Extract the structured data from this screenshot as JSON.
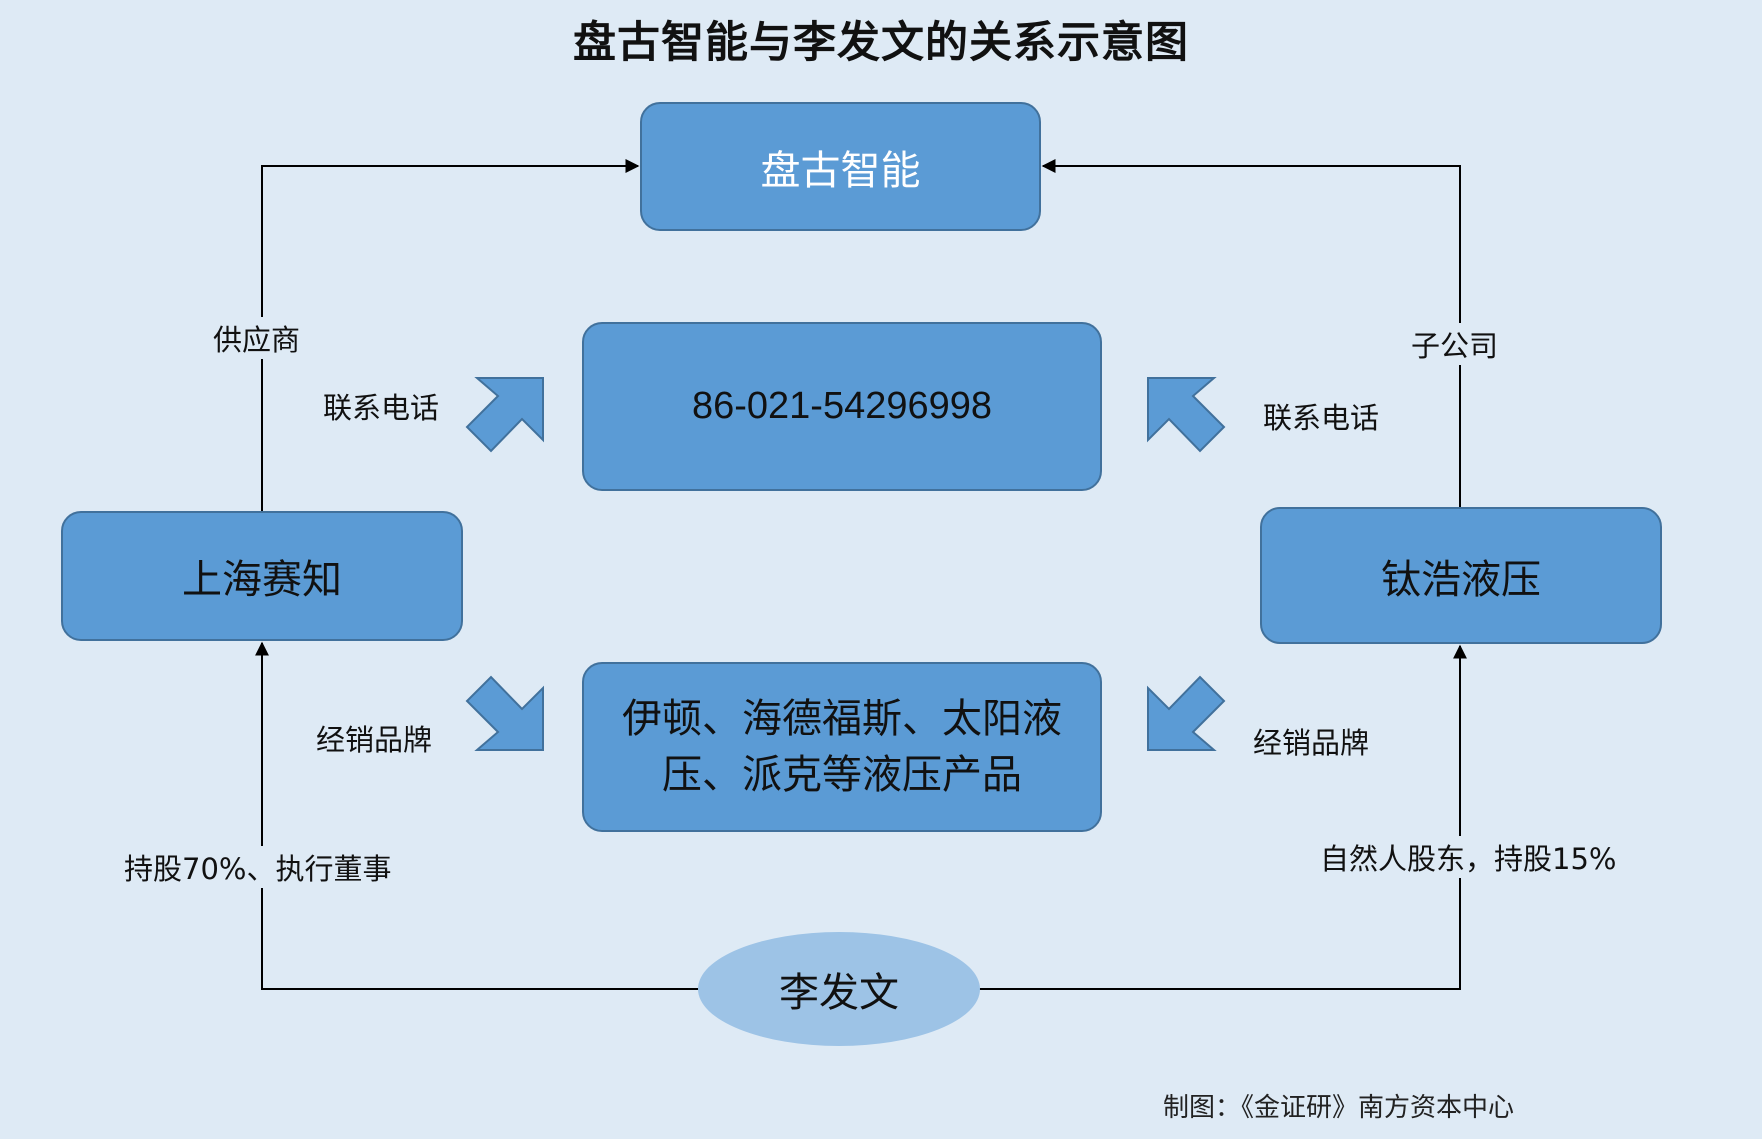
{
  "title": "盘古智能与李发文的关系示意图",
  "nodes": {
    "pangu": "盘古智能",
    "phone": "86-021-54296998",
    "shanghai_saizhi": "上海赛知",
    "taihao_hydraulic": "钛浩液压",
    "brands": "伊顿、海德福斯、太阳液压、派克等液压产品",
    "li_fawen": "李发文"
  },
  "edge_labels": {
    "supplier": "供应商",
    "subsidiary": "子公司",
    "contact_left": "联系电话",
    "contact_right": "联系电话",
    "brand_left": "经销品牌",
    "brand_right": "经销品牌",
    "holding_left": "持股70%、执行董事",
    "holding_right": "自然人股东，持股15%"
  },
  "footer": "制图：《金证研》南方资本中心",
  "colors": {
    "background": "#deeaf5",
    "box_fill": "#5b9bd5",
    "box_border": "#41719c",
    "ellipse_fill": "#9dc3e6",
    "connector": "#000000"
  }
}
